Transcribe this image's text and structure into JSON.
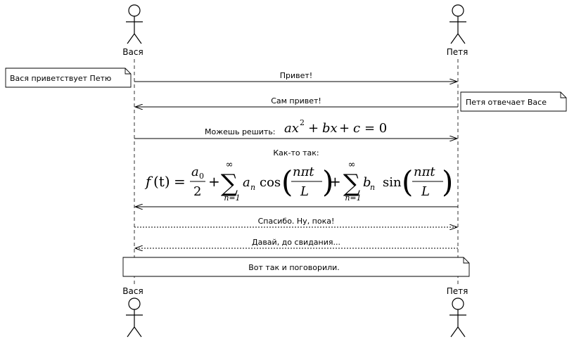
{
  "actors": {
    "left": "Вася",
    "right": "Петя"
  },
  "notes": {
    "left_greeting": "Вася приветствует Петю",
    "right_reply": "Петя отвечает Васе",
    "bottom": "Вот так и поговорили."
  },
  "messages": {
    "m1": "Привет!",
    "m2": "Сам  привет!",
    "m3_text": "Можешь решить:",
    "m4_text": "Как-то так:",
    "m5": "Спасибо. Ну, пока!",
    "m6": "Давай, до свидания..."
  },
  "formulas": {
    "equation": "ax² + bx + c = 0",
    "fourier": "f(t) = a₀/2 + Σ(n=1..∞) aₙ cos(nπt/L) + Σ(n=1..∞) bₙ sin(nπt/L)"
  },
  "math": {
    "f": "f",
    "t_paren": "(t)",
    "eq": "=",
    "a": "a",
    "zero": "0",
    "two": "2",
    "plus": "+",
    "sigma": "∑",
    "inf": "∞",
    "n_eq_1": "n=1",
    "n": "n",
    "cos": "cos",
    "sin": "sin",
    "b": "b",
    "npit": "nπt",
    "L": "L",
    "lparen": "(",
    "rparen": ")",
    "ax": "ax",
    "sq": "2",
    "bx": "bx",
    "c": "c",
    "eq_zero": "= 0"
  }
}
